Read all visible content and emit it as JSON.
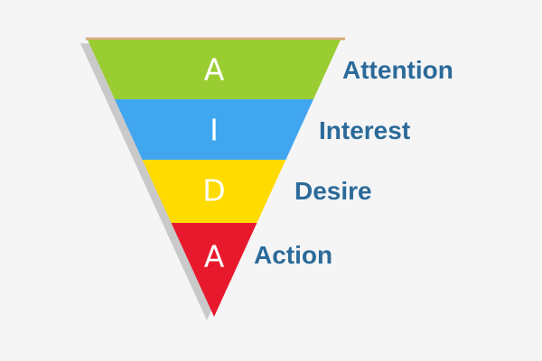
{
  "colors": {
    "background": "#f5f5f6",
    "shadow": "#c9c9c9",
    "top_edge_line": "#d7ab7e",
    "letter": "#ffffff",
    "label": "#2b6a99"
  },
  "funnel": {
    "stages": [
      {
        "letter": "A",
        "label": "Attention",
        "color": "#9acd32"
      },
      {
        "letter": "I",
        "label": "Interest",
        "color": "#41a6f0"
      },
      {
        "letter": "D",
        "label": "Desire",
        "color": "#ffdb00"
      },
      {
        "letter": "A",
        "label": "Action",
        "color": "#e8192d"
      }
    ]
  }
}
